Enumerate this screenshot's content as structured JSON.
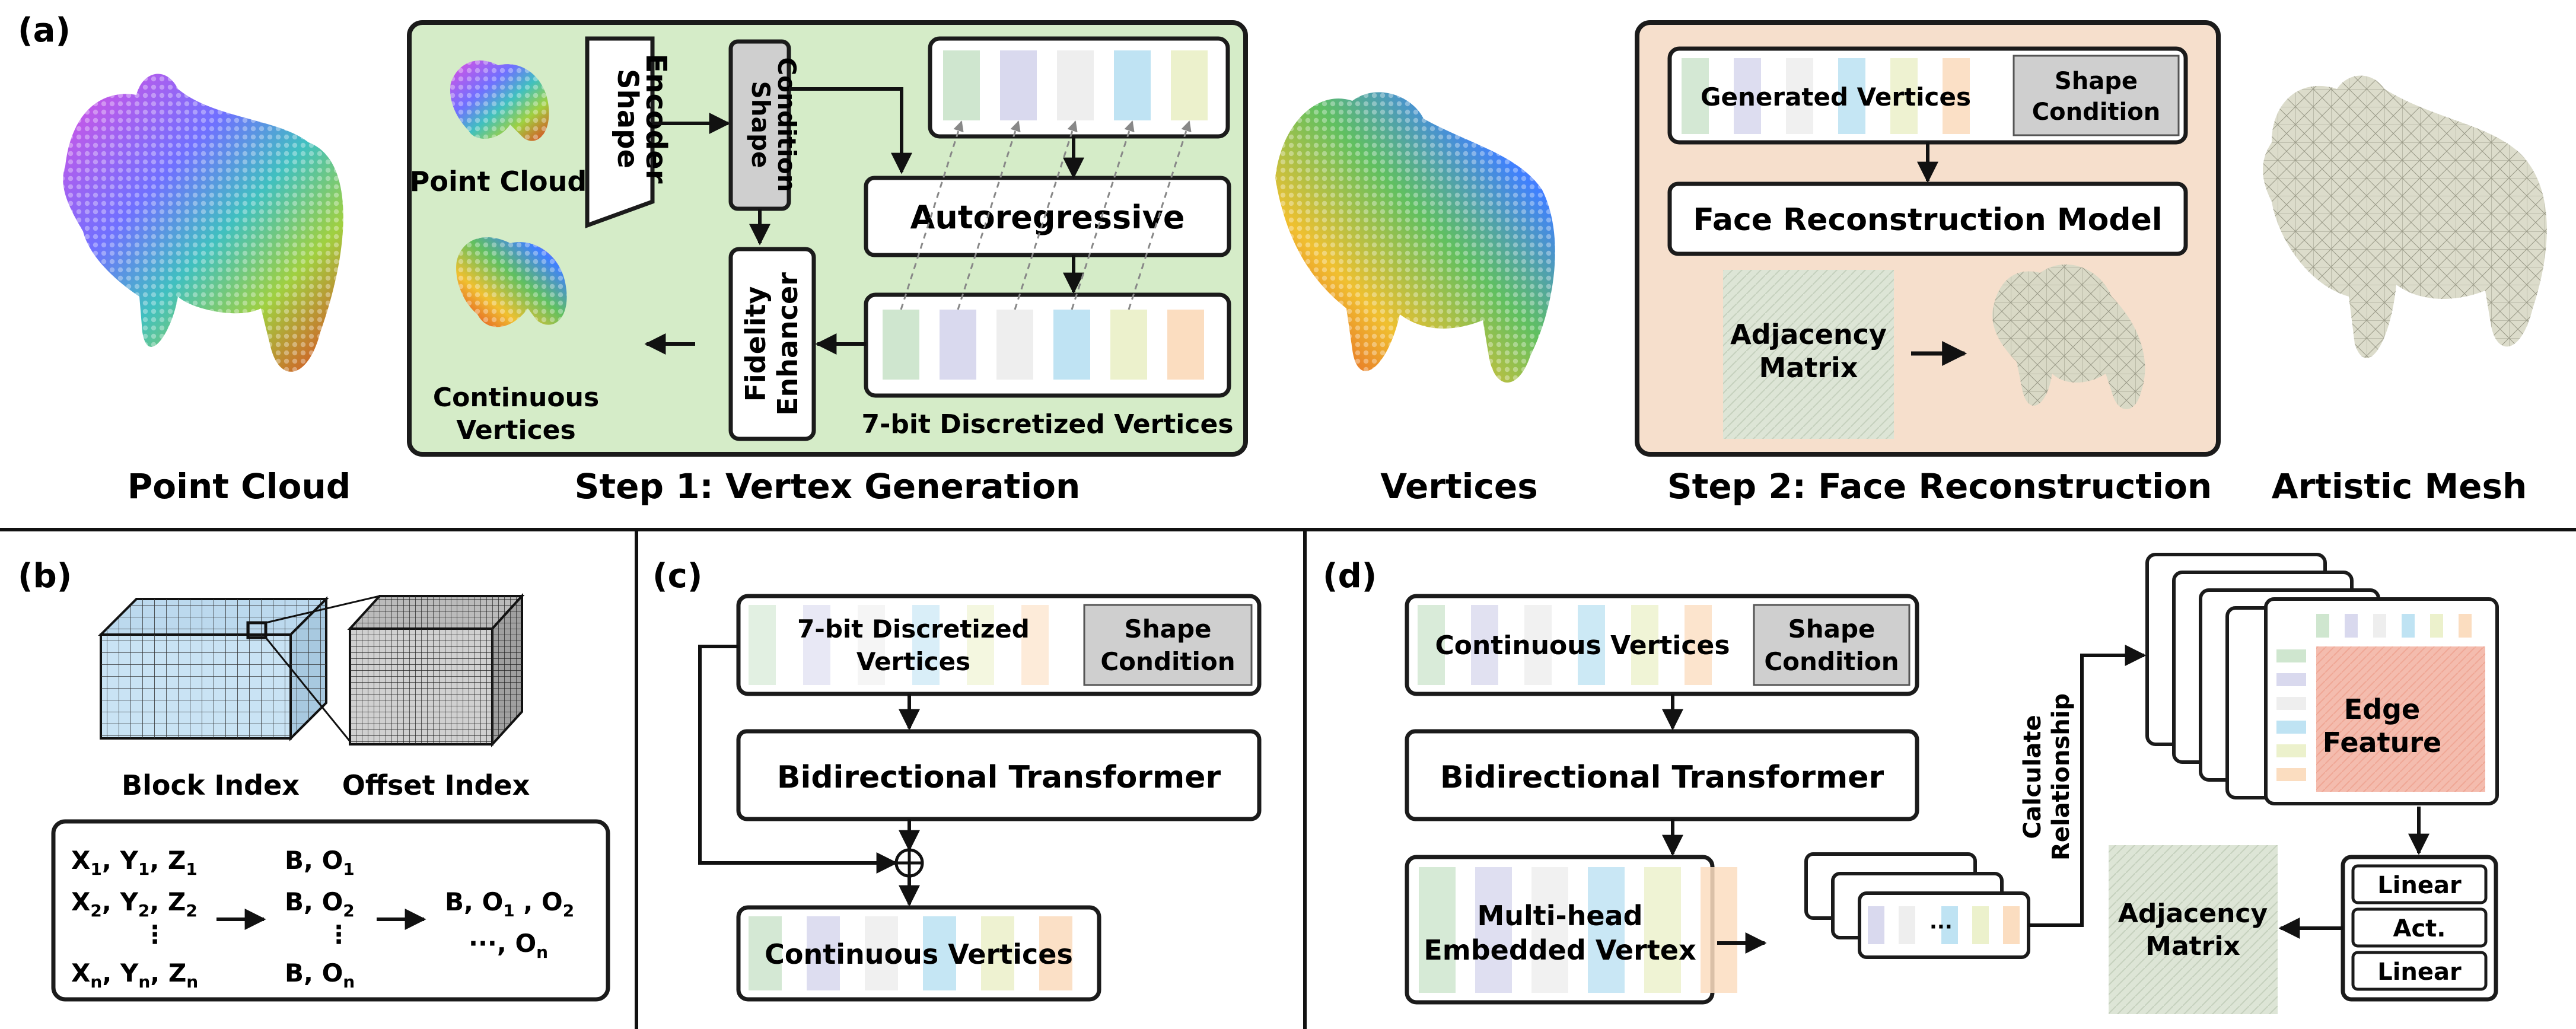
{
  "panel_a": {
    "tag": "(a)",
    "captions": {
      "point_cloud": "Point Cloud",
      "step1": "Step 1: Vertex Generation",
      "vertices": "Vertices",
      "step2": "Step 2: Face Reconstruction",
      "artistic_mesh": "Artistic Mesh"
    },
    "step1": {
      "shape_encoder": [
        "Shape",
        "Encoder"
      ],
      "shape_condition": [
        "Shape",
        "Condition"
      ],
      "point_cloud_label": "Point Cloud",
      "autoregressive": "Autoregressive",
      "fidelity_enhancer": [
        "Fidelity",
        "Enhancer"
      ],
      "discretized_label": "7-bit Discretized Vertices",
      "continuous_label": [
        "Continuous",
        "Vertices"
      ]
    },
    "step2": {
      "generated_vertices": "Generated Vertices",
      "shape_condition": [
        "Shape",
        "Condition"
      ],
      "face_model": "Face Reconstruction Model",
      "adjacency": [
        "Adjacency",
        "Matrix"
      ]
    }
  },
  "panel_b": {
    "tag": "(b)",
    "block_index": "Block Index",
    "offset_index": "Offset Index"
  },
  "panel_c": {
    "tag": "(c)",
    "input_label": [
      "7-bit Discretized",
      "Vertices"
    ],
    "shape_condition": [
      "Shape",
      "Condition"
    ],
    "transformer": "Bidirectional Transformer",
    "output": "Continuous Vertices"
  },
  "panel_d": {
    "tag": "(d)",
    "input_label": "Continuous Vertices",
    "shape_condition": [
      "Shape",
      "Condition"
    ],
    "transformer": "Bidirectional Transformer",
    "embedded": [
      "Multi-head",
      "Embedded Vertex"
    ],
    "relationship": [
      "Calculate",
      "Relationship"
    ],
    "edge_feature": [
      "Edge",
      "Feature"
    ],
    "layers": [
      "Linear",
      "Act.",
      "Linear"
    ],
    "adjacency": [
      "Adjacency",
      "Matrix"
    ],
    "ellipsis": "···"
  },
  "colors": {
    "green_panel": "#d5ecc8",
    "peach_panel": "#f6dfcc",
    "block_blue": "#c9e3f4",
    "edge_red": "#f2b3a4",
    "stripe_palette": [
      "#cfe6cf",
      "#d9d9ee",
      "#eeeeee",
      "#bfe3f3",
      "#ecf1cc",
      "#fbddc0"
    ]
  }
}
